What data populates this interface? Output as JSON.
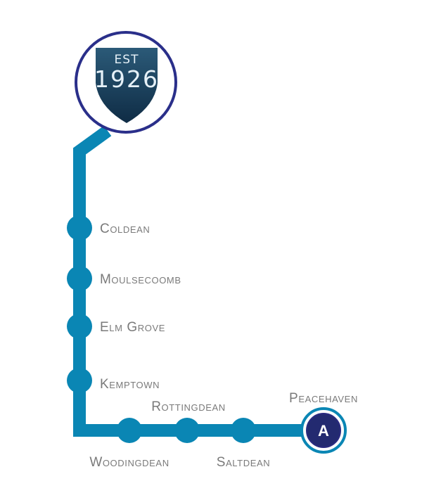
{
  "badge": {
    "est": "EST",
    "year": "1926"
  },
  "stops": [
    {
      "id": "coldean",
      "label": "Coldean"
    },
    {
      "id": "moulsecoomb",
      "label": "Moulsecoomb"
    },
    {
      "id": "elm-grove",
      "label": "Elm Grove"
    },
    {
      "id": "kemptown",
      "label": "Kemptown"
    },
    {
      "id": "woodingdean",
      "label": "Woodingdean"
    },
    {
      "id": "rottingdean",
      "label": "Rottingdean"
    },
    {
      "id": "saltdean",
      "label": "Saltdean"
    }
  ],
  "terminal": {
    "label": "Peacehaven",
    "letter": "A"
  },
  "colors": {
    "line": "#0a86b4",
    "stop": "#0a86b4",
    "terminal_ring": "#2a2a80",
    "terminal_fill": "#232a70",
    "badge_ring": "#2a2f8a",
    "shield_top": "#2b5a78",
    "shield_bottom": "#0f2c45",
    "label": "#7a7a7a"
  }
}
